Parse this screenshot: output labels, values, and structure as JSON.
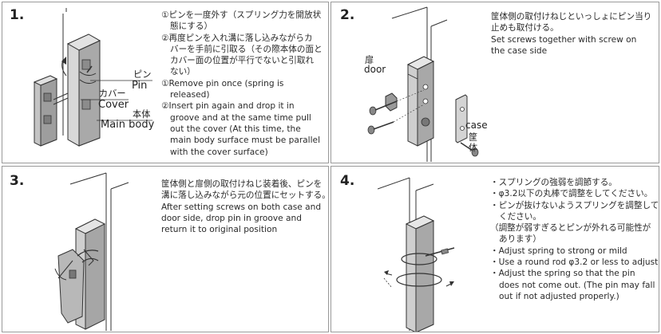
{
  "steps": [
    {
      "number": "1.",
      "lines": [
        {
          "text": "①ピンを一度外す（スプリング力を開放状",
          "indent": false
        },
        {
          "text": "態にする）",
          "indent": true
        },
        {
          "text": "②再度ピンを入れ溝に落し込みながらカ",
          "indent": false
        },
        {
          "text": "バーを手前に引取る（その際本体の面と",
          "indent": true
        },
        {
          "text": "カバー面の位置が平行でないと引取れ",
          "indent": true
        },
        {
          "text": "ない）",
          "indent": true
        },
        {
          "text": "①Remove pin once (spring is",
          "indent": false
        },
        {
          "text": "released)",
          "indent": true
        },
        {
          "text": "②Insert pin again and drop it in",
          "indent": false
        },
        {
          "text": "groove and at the same time pull",
          "indent": true
        },
        {
          "text": "out the cover (At this time, the",
          "indent": true
        },
        {
          "text": "main body surface must be parallel",
          "indent": true
        },
        {
          "text": "with the cover surface)",
          "indent": true
        }
      ],
      "labels": {
        "pin_jp": "ピン",
        "pin_en": "Pin",
        "cover_jp": "カバー",
        "cover_en": "Cover",
        "body_jp": "本体",
        "body_en": "Main body"
      }
    },
    {
      "number": "2.",
      "lines": [
        {
          "text": "筐体側の取付けねじといっしょにピン当り",
          "indent": false
        },
        {
          "text": "止めも取付ける。",
          "indent": false
        },
        {
          "text": "Set screws together with screw on",
          "indent": false
        },
        {
          "text": "the case side",
          "indent": false
        }
      ],
      "labels": {
        "door_jp": "扉",
        "door_en": "door",
        "case_en": "case",
        "case_jp_1": "筐",
        "case_jp_2": "体"
      }
    },
    {
      "number": "3.",
      "lines": [
        {
          "text": "筐体側と扉側の取付けねじ装着後、ピンを",
          "indent": false
        },
        {
          "text": "溝に落し込みながら元の位置にセットする。",
          "indent": false
        },
        {
          "text": "After setting screws on both case and",
          "indent": false
        },
        {
          "text": "door side, drop pin in groove and",
          "indent": false
        },
        {
          "text": "return it to original position",
          "indent": false
        }
      ]
    },
    {
      "number": "4.",
      "lines": [
        {
          "text": "・スプリングの強弱を調節する。",
          "indent": false
        },
        {
          "text": "・φ3.2以下の丸棒で調整をしてください。",
          "indent": false
        },
        {
          "text": "・ピンが抜けないようスプリングを調整して",
          "indent": false
        },
        {
          "text": "ください。",
          "indent": true
        },
        {
          "text": "（調整が弱すぎるとピンが外れる可能性が",
          "indent": false
        },
        {
          "text": "あります）",
          "indent": true
        },
        {
          "text": "・Adjust spring to strong or mild",
          "indent": false
        },
        {
          "text": "・Use a round rod φ3.2 or less to adjust.",
          "indent": false
        },
        {
          "text": "・Adjust the spring so that the pin",
          "indent": false
        },
        {
          "text": "does not come out. (The pin may fall",
          "indent": true
        },
        {
          "text": "out if not adjusted properly.)",
          "indent": true
        }
      ]
    }
  ],
  "colors": {
    "border": "#9a9a9a",
    "body_light": "#d6d6d6",
    "body_mid": "#b3b3b3",
    "body_dark": "#8a8a8a",
    "line": "#333333"
  }
}
